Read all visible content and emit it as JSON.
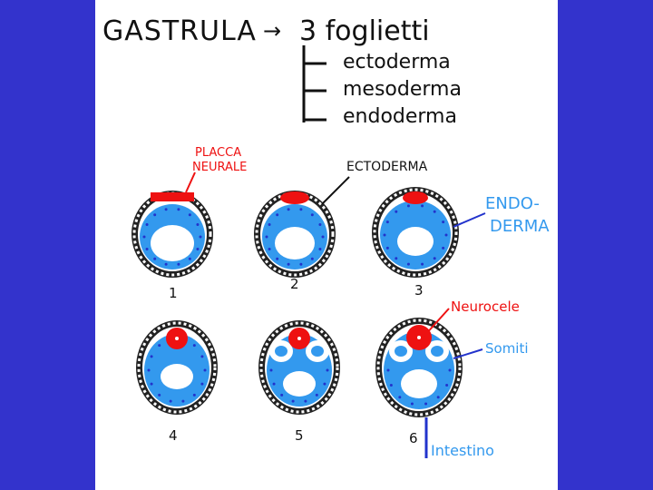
{
  "title": {
    "main": "GASTRULA",
    "arrow": "→",
    "result": "3 foglietti"
  },
  "layers": [
    "ectoderma",
    "mesoderma",
    "endoderma"
  ],
  "labels": {
    "placca_neurale_1": "PLACCA",
    "placca_neurale_2": "NEURALE",
    "ectoderma": "ECTODERMA",
    "endoderma_1": "ENDO-",
    "endoderma_2": "DERMA",
    "neurocele": "Neurocele",
    "somiti": "Somiti",
    "intestino": "Intestino"
  },
  "stages": [
    "1",
    "2",
    "3",
    "4",
    "5",
    "6"
  ],
  "colors": {
    "background": "#3333cc",
    "ink": "#111111",
    "red": "#ee1111",
    "blue": "#3399ee",
    "dark_blue": "#2233cc"
  }
}
